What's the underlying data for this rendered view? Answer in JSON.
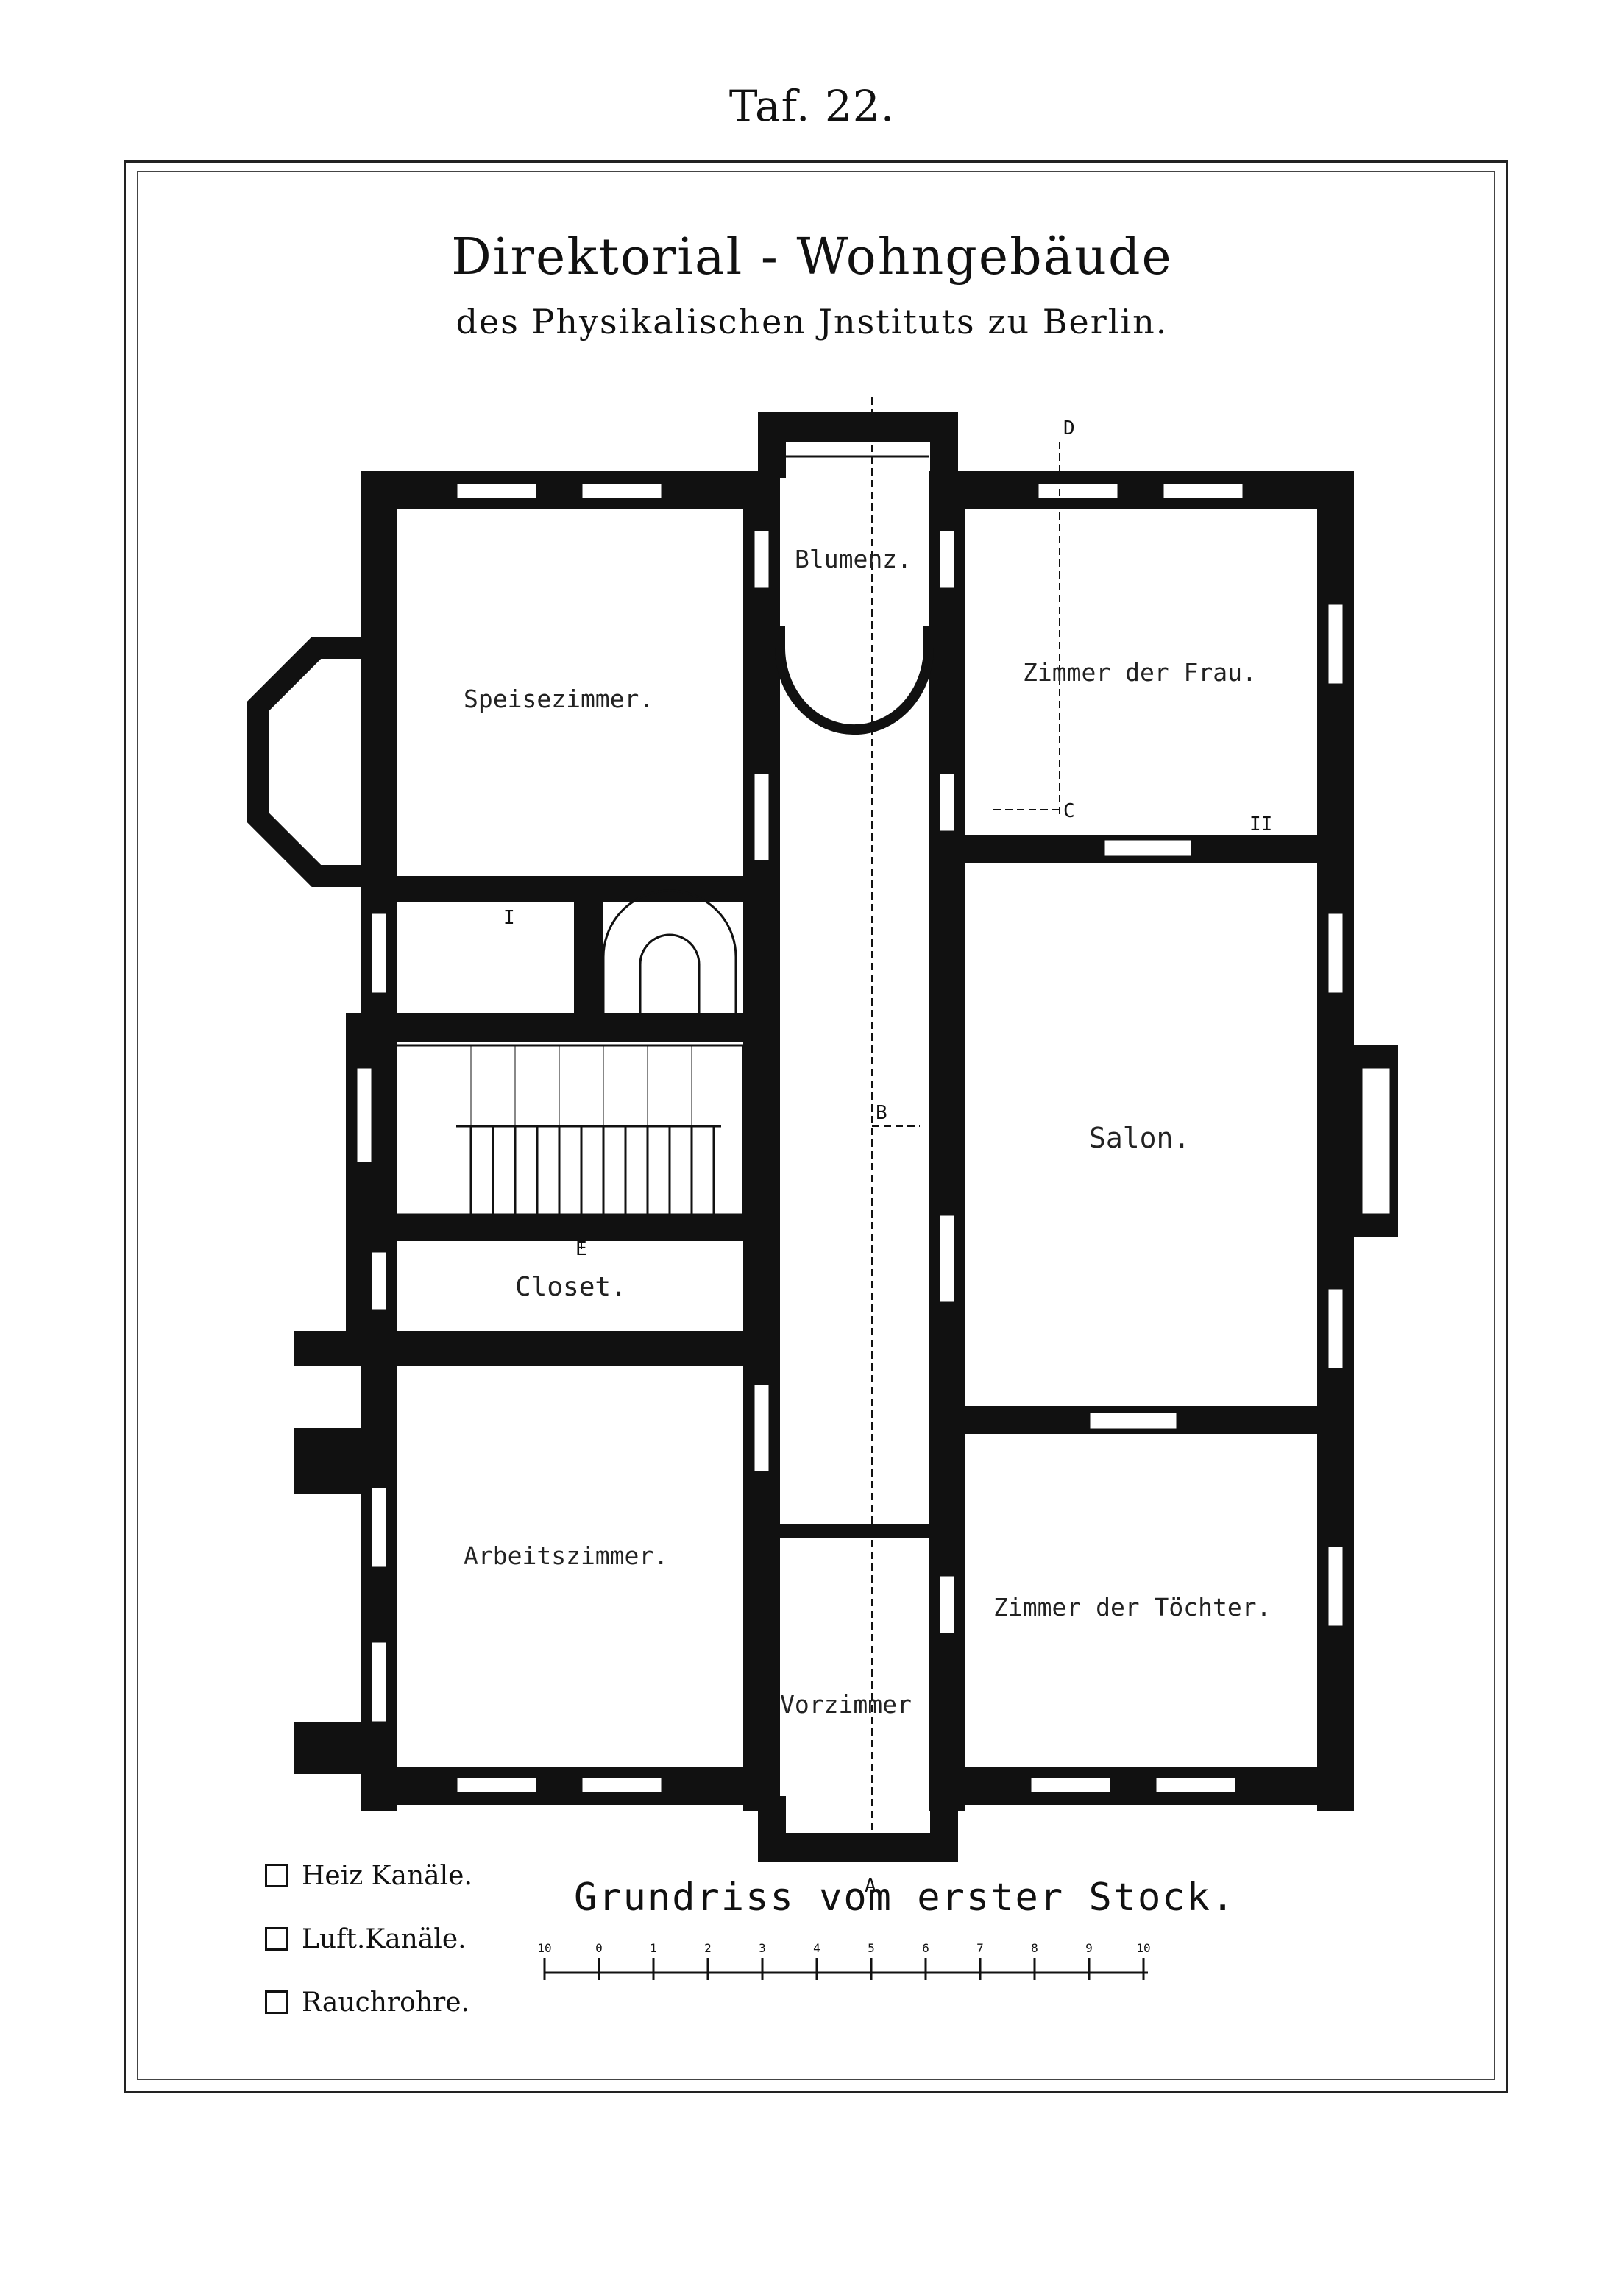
{
  "plate_number": "Taf. 22.",
  "title": "Direktorial - Wohngebäude",
  "subtitle": "des Physikalischen Jnstituts zu Berlin.",
  "rooms": {
    "blumenz": "Blumenz.",
    "speisezimmer": "Speisezimmer.",
    "zimmer_frau": "Zimmer der Frau.",
    "salon": "Salon.",
    "closet": "Closet.",
    "arbeitszimmer": "Arbeitszimmer.",
    "zimmer_toechter": "Zimmer der Töchter.",
    "vorzimmer": "Vorzimmer"
  },
  "section_marks": {
    "a": "A",
    "b": "B",
    "c": "C",
    "d": "D",
    "e": "E",
    "i": "I",
    "ii": "II"
  },
  "legend": [
    {
      "label": "Heiz Kanäle."
    },
    {
      "label": "Luft.Kanäle."
    },
    {
      "label": "Rauchrohre."
    }
  ],
  "plan_title": "Grundriss vom erster Stock.",
  "scale_labels": [
    "10",
    "0",
    "1",
    "2",
    "3",
    "4",
    "5",
    "6",
    "7",
    "8",
    "9",
    "10"
  ]
}
